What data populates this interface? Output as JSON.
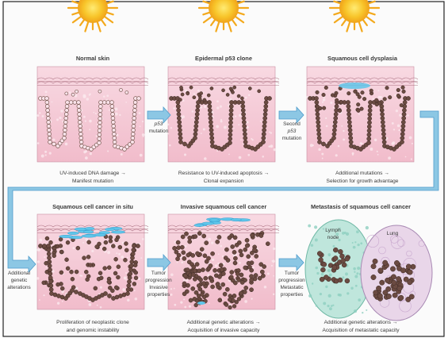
{
  "panels": [
    {
      "title": "Normal skin",
      "caption": [
        "UV-induced DNA damage →",
        "Manifest mutation"
      ]
    },
    {
      "title": "Epidermal p53 clone",
      "caption": [
        "Resistance to UV-induced apoptosis →",
        "Clonal expansion"
      ]
    },
    {
      "title": "Squamous cell dysplasia",
      "caption": [
        "Additional mutations →",
        "Selection for growth advantage"
      ]
    },
    {
      "title": "Squamous cell cancer in situ",
      "caption": [
        "Proliferation of neoplastic clone",
        "and genomic instability"
      ]
    },
    {
      "title": "Invasive squamous cell cancer",
      "caption": [
        "Additional genetic alterations →",
        "Acquisition of invasive capacity"
      ]
    },
    {
      "title": "Metastasis of squamous cell cancer",
      "caption": [
        "Additional genetic alterations →",
        "Acquisition of metastatic capacity"
      ]
    }
  ],
  "transitions": [
    {
      "lines": [
        "p53",
        "mutation"
      ]
    },
    {
      "lines": [
        "Second",
        "p53",
        "mutation"
      ]
    },
    {
      "lines": [
        "Additional",
        "genetic",
        "alterations"
      ]
    },
    {
      "lines": [
        "Tumor",
        "progression",
        "Invasive",
        "properties"
      ]
    },
    {
      "lines": [
        "Tumor",
        "progression",
        "Metastatic",
        "properties"
      ]
    }
  ],
  "organs": {
    "lymph_node": [
      "Lymph",
      "node"
    ],
    "lung": "Lung"
  },
  "colors": {
    "sun": "#f6b21b",
    "sun_core": "#fdd84a",
    "skin": "#f2c4d0",
    "dermis": "#f6d3dc",
    "arrow": "#8cc7e4",
    "arrow_edge": "#4f9ccc",
    "cell": "#6a4a42",
    "tumor_cap": "#5fc6ea",
    "lymph": "#bfe6dc",
    "lung": "#e9d6e9"
  },
  "icons": [
    "sun-icon",
    "flow-arrow-icon"
  ]
}
